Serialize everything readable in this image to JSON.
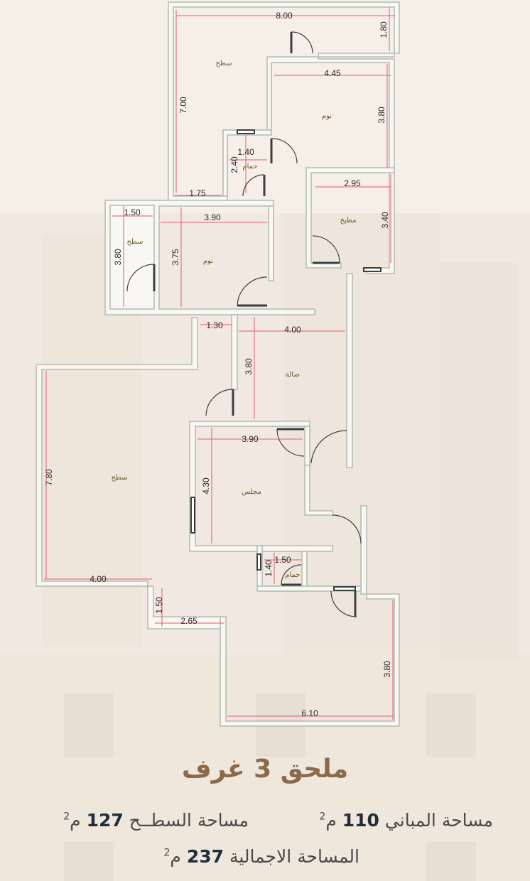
{
  "colors": {
    "background": "#f6efe8",
    "wall": "#b3bcb0",
    "wall_fill": "#f9f7f1",
    "dim_line": "#e05a78",
    "title": "#8a6a4a",
    "text": "#4a4a4a",
    "value": "#1f2f3a"
  },
  "rooms": {
    "roof_top": "سطح",
    "bed_top": "نوم",
    "bath_top": "حمام",
    "kitchen": "مطبخ",
    "roof_left_small": "سطح",
    "bed_left": "نوم",
    "hall": "صالة",
    "roof_big": "سطح",
    "majlis": "مجلس",
    "bath_bottom": "حمام"
  },
  "dims": {
    "d_8_00": "8.00",
    "d_1_80": "1.80",
    "d_7_00": "7.00",
    "d_4_45": "4.45",
    "d_3_80_a": "3.80",
    "d_1_40_a": "1.40",
    "d_2_40": "2.40",
    "d_1_75": "1.75",
    "d_2_95": "2.95",
    "d_3_40": "3.40",
    "d_1_50_a": "1.50",
    "d_3_90_a": "3.90",
    "d_3_80_b": "3.80",
    "d_3_75": "3.75",
    "d_1_30": "1.30",
    "d_4_00_a": "4.00",
    "d_3_80_c": "3.80",
    "d_3_90_b": "3.90",
    "d_7_80": "7.80",
    "d_4_30": "4.30",
    "d_1_50_b": "1.50",
    "d_1_40_b": "1.40",
    "d_4_00_b": "4.00",
    "d_1_50_c": "1.50",
    "d_2_65": "2.65",
    "d_3_80_d": "3.80",
    "d_6_10": "6.10"
  },
  "title": "ملحق 3 غرف",
  "stats": {
    "buildings_label": "مساحة المباني",
    "buildings_value": "110",
    "roof_label": "مساحة السطــح",
    "roof_value": "127",
    "total_label": "المساحة الاجمالية",
    "total_value": "237",
    "unit": "م",
    "unit_power": "2"
  }
}
